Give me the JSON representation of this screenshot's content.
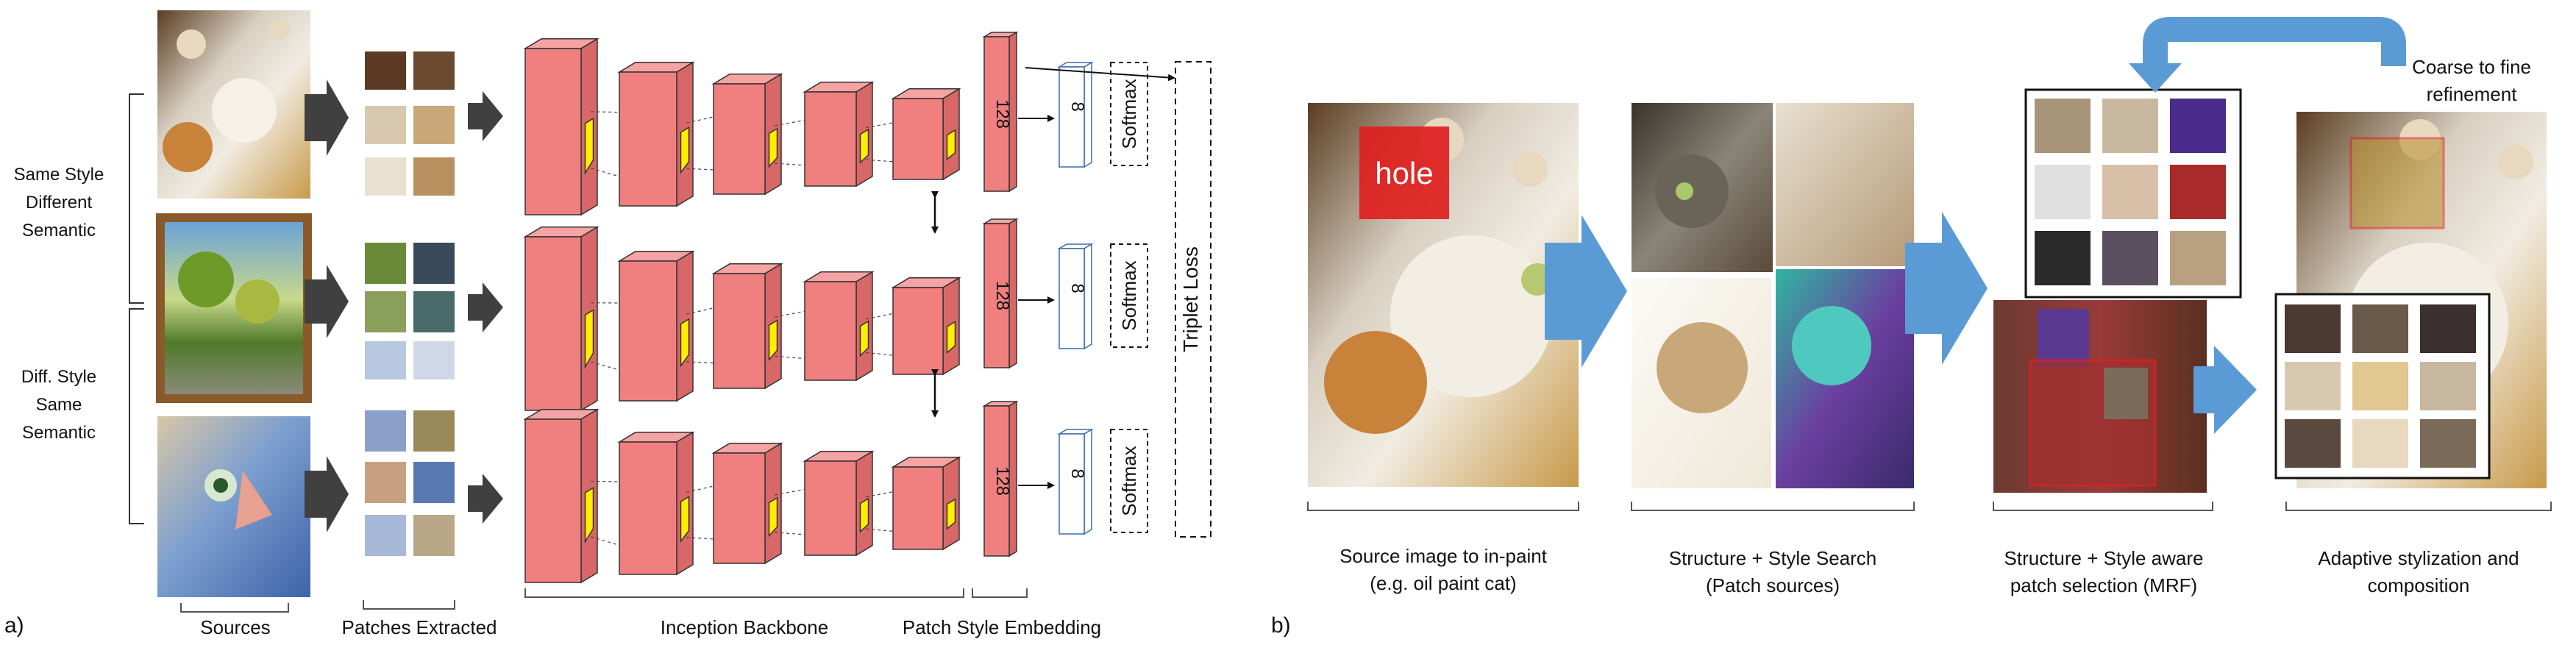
{
  "panel_a": {
    "tag": "a)",
    "group_same_style": [
      "Same Style",
      "Different",
      "Semantic"
    ],
    "group_diff_style": [
      "Diff. Style",
      "Same",
      "Semantic"
    ],
    "section_labels": {
      "sources": "Sources",
      "patches": "Patches Extracted",
      "backbone": "Inception Backbone",
      "embedding": "Patch Style Embedding"
    },
    "embedding_dim": "128",
    "head_dim": "8",
    "softmax": "Softmax",
    "loss": "Triplet Loss"
  },
  "panel_b": {
    "tag": "b)",
    "hole": "hole",
    "refine": [
      "Coarse to fine",
      "refinement"
    ],
    "captions": {
      "source": [
        "Source image to in-paint",
        "(e.g. oil paint cat)"
      ],
      "search": [
        "Structure + Style Search",
        "(Patch sources)"
      ],
      "selection": [
        "Structure + Style aware",
        "patch selection (MRF)"
      ],
      "stylization": [
        "Adaptive stylization and",
        "composition"
      ]
    }
  },
  "colors": {
    "block_fill": "#f08080",
    "block_top": "#f6a3a3",
    "block_side": "#d86868",
    "kernel": "#ffee00",
    "arrow_gray": "#404040",
    "arrow_blue": "#5b9bd5",
    "hole_red": "#e02020"
  }
}
